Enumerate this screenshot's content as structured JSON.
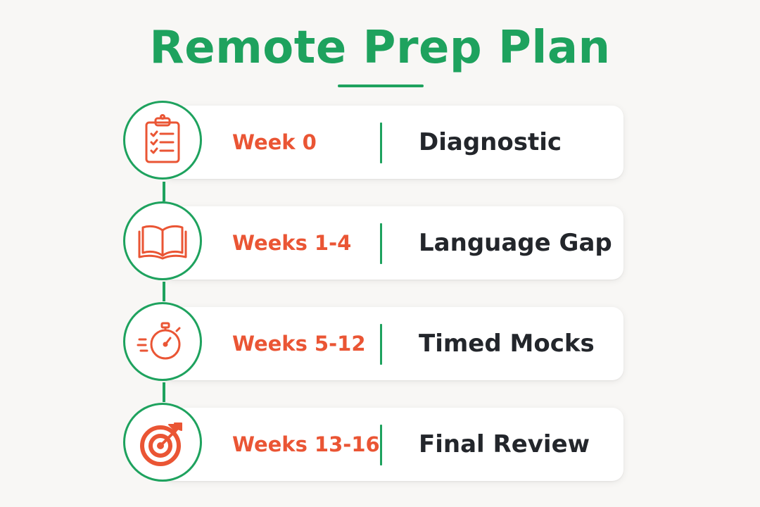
{
  "title": "Remote Prep Plan",
  "steps": [
    {
      "when": "Week 0",
      "what": "Diagnostic",
      "icon": "clipboard-checklist-icon"
    },
    {
      "when": "Weeks 1-4",
      "what": "Language Gap",
      "icon": "open-book-icon"
    },
    {
      "when": "Weeks 5-12",
      "what": "Timed Mocks",
      "icon": "stopwatch-icon"
    },
    {
      "when": "Weeks 13-16",
      "what": "Final Review",
      "icon": "target-arrow-icon"
    }
  ],
  "colors": {
    "green": "#1ea25e",
    "orange": "#ea5534",
    "text": "#23262b",
    "background": "#f8f7f5"
  }
}
